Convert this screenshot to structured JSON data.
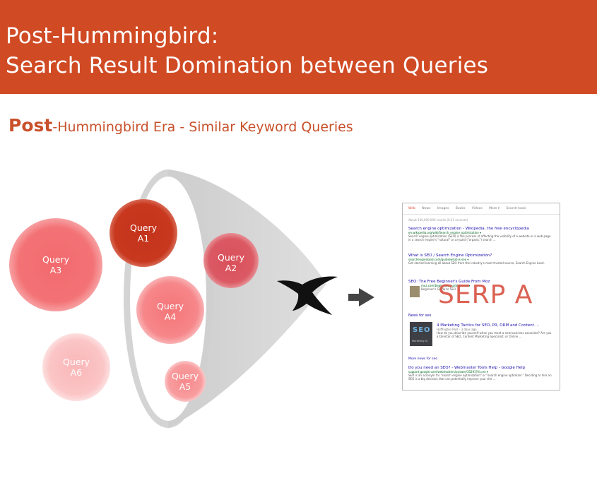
{
  "banner": {
    "line1": "Post-Hummingbird:",
    "line2": "Search Result Domination between Queries"
  },
  "subtitle": {
    "bold": "Post",
    "rest": "-Hummingbird Era - Similar Keyword Queries"
  },
  "bubbles": {
    "a3": "Query\nA3",
    "a1": "Query\nA1",
    "a2": "Query\nA2",
    "a4": "Query\nA4",
    "a6": "Query\nA6",
    "a5": "Query\nA5"
  },
  "serp": {
    "label": "SERP A",
    "tabs": [
      "Web",
      "News",
      "Images",
      "Books",
      "Videos",
      "More ▾",
      "Search tools"
    ],
    "stats": "About 100,000,000 results (0.21 seconds)",
    "results": [
      {
        "title": "Search engine optimization - Wikipedia, the free encyclopedia",
        "url": "en.wikipedia.org/wiki/Search_engine_optimization ▾",
        "snippet": "Search engine optimization (SEO) is the process of affecting the visibility of a website or a web page in a search engine's \"natural\" or un-paid (\"organic\") search ..."
      },
      {
        "title": "What is SEO / Search Engine Optimization?",
        "url": "searchengineland.com/guide/what-is-seo ▾",
        "snippet": "Get started learning all about SEO from the industry's most trusted source, Search Engine Land."
      },
      {
        "title": "SEO: The Free Beginner's Guide From Moz",
        "url": "moz.com/beginners-guide-to-seo ▾",
        "snippet": "Beginner's Guide to SEO ..."
      }
    ],
    "news_heading": "News for seo",
    "news": {
      "title": "4 Marketing Tactics for SEO, PR, ORM and Content ...",
      "source": "Huffington Post - 3 days ago",
      "snippet": "How do you describe yourself when you meet a new business associate? Are you a Director of SEO, Content Marketing Specialist, or Online ...",
      "image_text": "SEO",
      "image_caption": "Marketing IQ"
    },
    "more_news": "More news for seo",
    "last": {
      "title": "Do you need an SEO? - Webmaster Tools Help - Google Help",
      "url": "support.google.com/webmasters/answer/35291?hl=en ▾",
      "snippet": "SEO is an acronym for \"search engine optimization\" or \"search engine optimizer.\" Deciding to hire an SEO is a big decision that can potentially improve your site ..."
    }
  },
  "colors": {
    "banner": "#d04a24",
    "subtitle": "#c8502a",
    "serp_label": "#d85545"
  },
  "icons": [
    "hummingbird-icon",
    "arrow-right-icon"
  ]
}
